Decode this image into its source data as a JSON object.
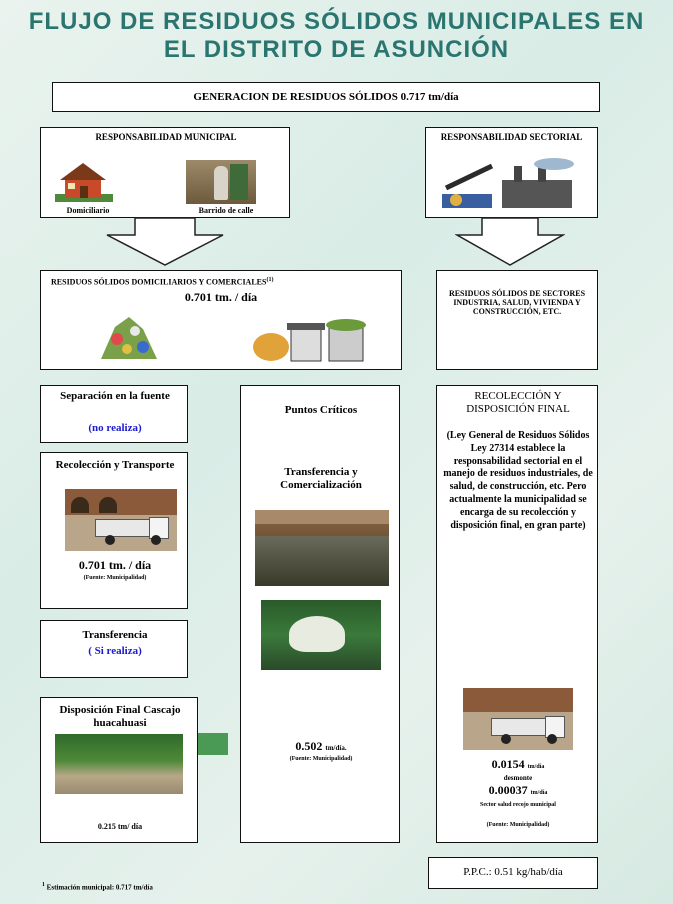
{
  "title_line1": "FLUJO DE RESIDUOS SÓLIDOS MUNICIPALES EN",
  "title_line2": "EL DISTRITO DE ASUNCIÓN",
  "generation": "GENERACION DE RESIDUOS SÓLIDOS   0.717  tm/día",
  "municipal": {
    "title": "RESPONSABILIDAD MUNICIPAL",
    "domiciliario": "Domiciliario",
    "barrido": "Barrido de calle"
  },
  "sectorial": {
    "title": "RESPONSABILIDAD SECTORIAL"
  },
  "domestic": {
    "title": "RESIDUOS SÓLIDOS DOMICILIARIOS Y COMERCIALES",
    "sup": "(1)",
    "amount": "0.701  tm. / día"
  },
  "sector_waste": "RESIDUOS SÓLIDOS DE SECTORES INDUSTRIA, SALUD, VIVIENDA Y CONSTRUCCIÓN, ETC.",
  "separation": {
    "title": "Separación en la fuente",
    "status": "(no realiza)"
  },
  "collection": {
    "title": "Recolección y Transporte",
    "amount": "0.701 tm. / día",
    "source": "(Fuente: Municipalidad)"
  },
  "transfer": {
    "title": "Transferencia",
    "status": "( Si realiza)"
  },
  "disposal": {
    "title": "Disposición Final Cascajo huacahuasi",
    "amount": "0.215  tm/ día"
  },
  "center": {
    "title": "Puntos Críticos",
    "sub": "Transferencia y Comercialización",
    "amount": "0.502",
    "unit": "tm/día.",
    "source": "(Fuente: Municipalidad)"
  },
  "right": {
    "title": "RECOLECCIÓN Y DISPOSICIÓN FINAL",
    "body": "(Ley General de Residuos Sólidos Ley 27314 establece la responsabilidad sectorial en el manejo de residuos industriales, de salud, de construcción, etc. Pero actualmente la municipalidad se encarga de su recolección y disposición final, en gran parte)",
    "amount1": "0.0154",
    "unit1": "tm/día",
    "label1": "desmonte",
    "amount2": "0.00037",
    "unit2": "tm/día",
    "label2": "Sector salud recojo municipal",
    "source": "(Fuente: Municipalidad)"
  },
  "ppc": "P.P.C.: 0.51 kg/hab/día",
  "footnote_mark": "1",
  "footnote": "Estimación municipal: 0.717 tm/día",
  "colors": {
    "title": "#2a7570",
    "blue": "#1a1ad0",
    "arrow": "#ffffff",
    "green_arrow": "#4a9a55"
  }
}
